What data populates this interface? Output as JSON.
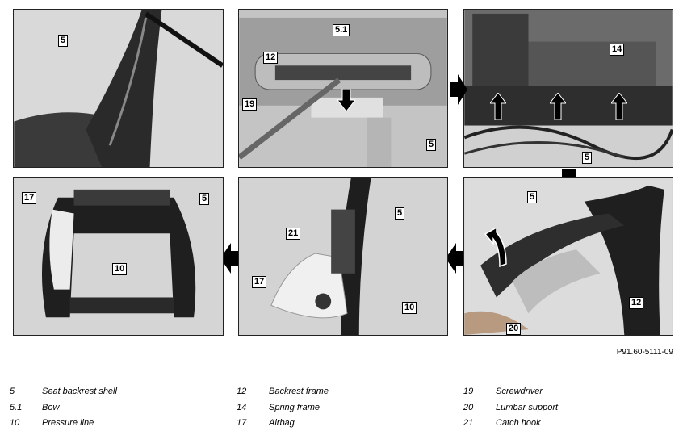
{
  "figure_code": "P91.60-5111-09",
  "callouts": {
    "p1": [
      "5"
    ],
    "p2": [
      "5.1",
      "12",
      "19",
      "5"
    ],
    "p3": [
      "14",
      "5"
    ],
    "p4": [
      "17",
      "5",
      "10"
    ],
    "p5": [
      "21",
      "5",
      "17",
      "10"
    ],
    "p6": [
      "5",
      "12",
      "20"
    ]
  },
  "legend": {
    "col1": [
      {
        "num": "5",
        "text": "Seat backrest shell"
      },
      {
        "num": "5.1",
        "text": "Bow"
      },
      {
        "num": "10",
        "text": "Pressure line"
      }
    ],
    "col2": [
      {
        "num": "12",
        "text": "Backrest frame"
      },
      {
        "num": "14",
        "text": "Spring frame"
      },
      {
        "num": "17",
        "text": "Airbag"
      }
    ],
    "col3": [
      {
        "num": "19",
        "text": "Screwdriver"
      },
      {
        "num": "20",
        "text": "Lumbar support"
      },
      {
        "num": "21",
        "text": "Catch hook"
      }
    ]
  },
  "colors": {
    "panel_bg": "#cfcfcf",
    "arrow": "#000000"
  }
}
